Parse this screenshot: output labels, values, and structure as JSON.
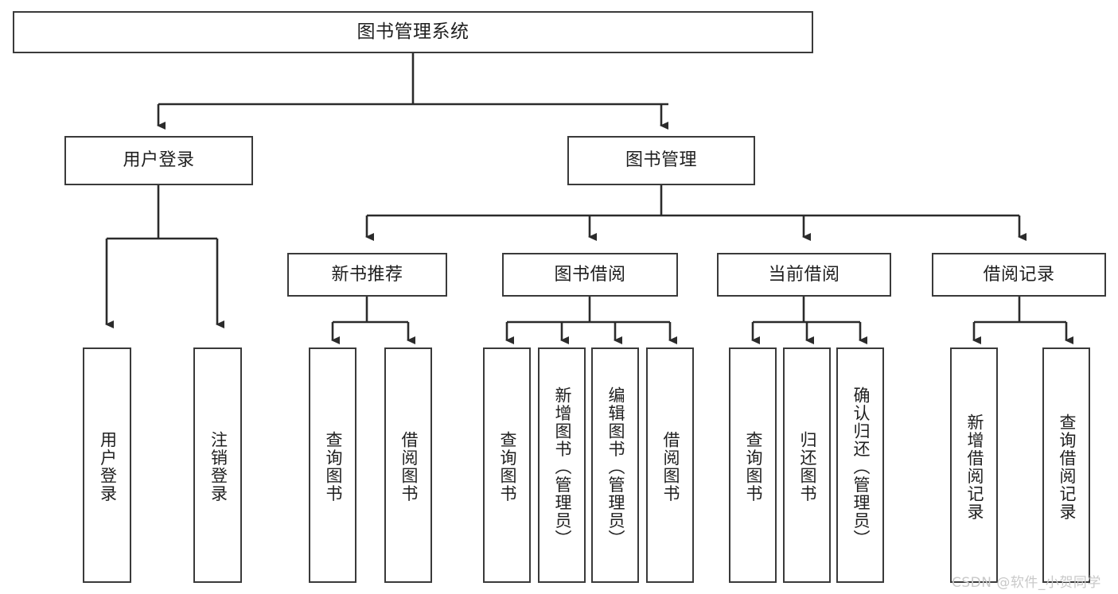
{
  "diagram": {
    "title": "图书管理系统",
    "type": "hierarchy-tree",
    "watermark": "CSDN @软件_小贺同学",
    "colors": {
      "box_border": "#3a3a3a",
      "box_fill": "#ffffff",
      "connector": "#2b2b2b",
      "text": "#1f1f1f",
      "watermark": "#c9c9c9"
    },
    "levels": {
      "level1": "系统",
      "level2": "模块",
      "level3": "子模块",
      "level4": "功能"
    },
    "nodes": {
      "root": {
        "label": "图书管理系统"
      },
      "level2": [
        {
          "label": "用户登录"
        },
        {
          "label": "图书管理"
        }
      ],
      "level3": [
        {
          "label": "新书推荐"
        },
        {
          "label": "图书借阅"
        },
        {
          "label": "当前借阅"
        },
        {
          "label": "借阅记录"
        }
      ],
      "leaves": {
        "user_login": [
          {
            "label": "用户登录"
          },
          {
            "label": "注销登录"
          }
        ],
        "new_book": [
          {
            "label": "查询图书"
          },
          {
            "label": "借阅图书"
          }
        ],
        "book_borrow": [
          {
            "label": "查询图书"
          },
          {
            "label": "新增图书（管理员）"
          },
          {
            "label": "编辑图书（管理员）"
          },
          {
            "label": "借阅图书"
          }
        ],
        "current_borrow": [
          {
            "label": "查询图书"
          },
          {
            "label": "归还图书"
          },
          {
            "label": "确认归还（管理员）"
          }
        ],
        "borrow_record": [
          {
            "label": "新增借阅记录"
          },
          {
            "label": "查询借阅记录"
          }
        ]
      }
    }
  }
}
